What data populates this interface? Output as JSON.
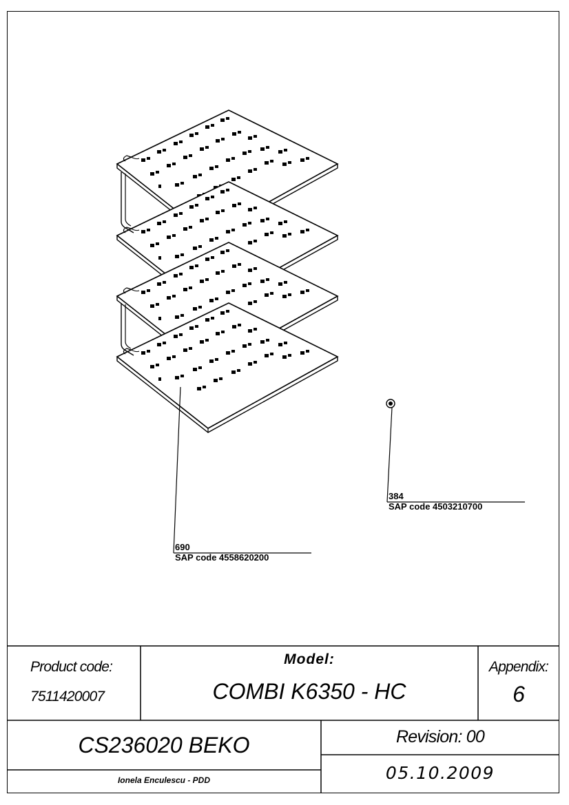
{
  "callouts": [
    {
      "number": "690",
      "sap": "SAP code 4558620200"
    },
    {
      "number": "384",
      "sap": "SAP code 4503210700"
    }
  ],
  "title_block": {
    "product_code_label": "Product code:",
    "product_code_value": "7511420007",
    "model_label": "Model:",
    "model_value": "COMBI K6350 - HC",
    "appendix_label": "Appendix:",
    "appendix_value": "6",
    "document_code": "CS236020 BEKO",
    "revision": "Revision: 00",
    "date": "05.10.2009",
    "author": "Ionela Enculescu - PDD"
  },
  "icons": [
    "wire-shelf",
    "screw-part"
  ]
}
